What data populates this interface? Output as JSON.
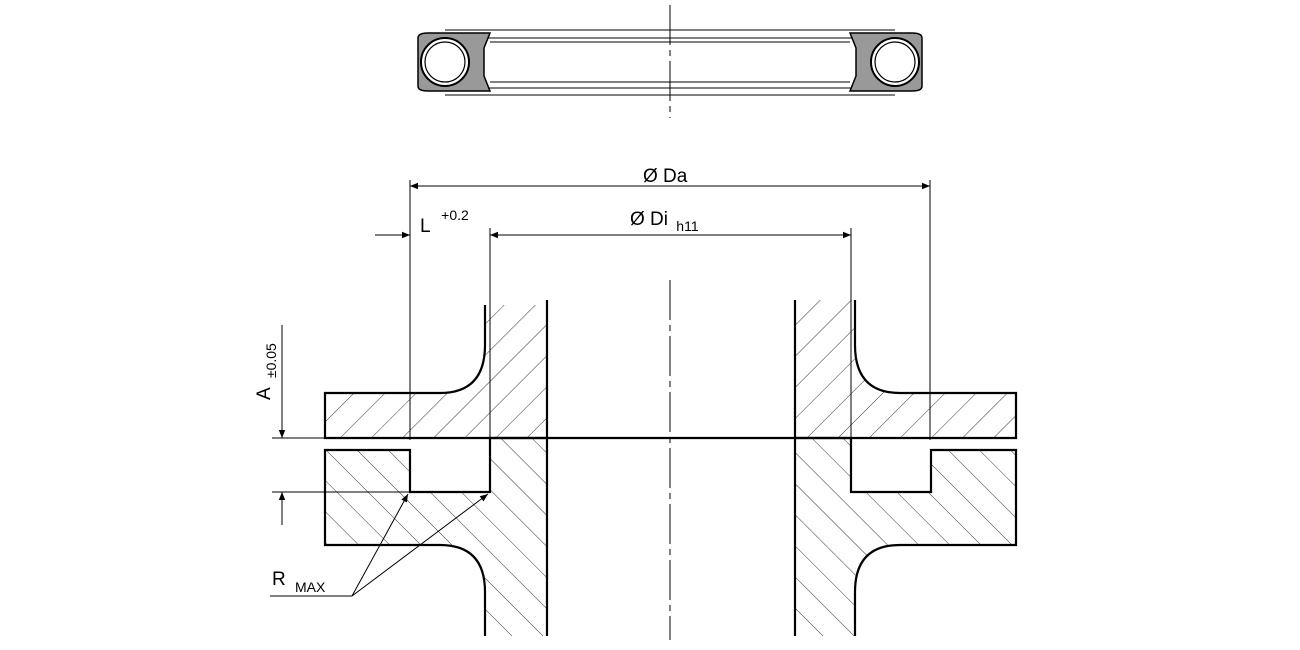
{
  "labels": {
    "da": "Ø Da",
    "di": "Ø Di",
    "di_tol": "h11",
    "l": "L",
    "l_tol": "+0.2",
    "a": "A",
    "a_tol": "±0.05",
    "r": "R",
    "r_sub": "MAX"
  },
  "colors": {
    "line": "#000000",
    "seal_fill": "#999999",
    "background": "#ffffff"
  }
}
